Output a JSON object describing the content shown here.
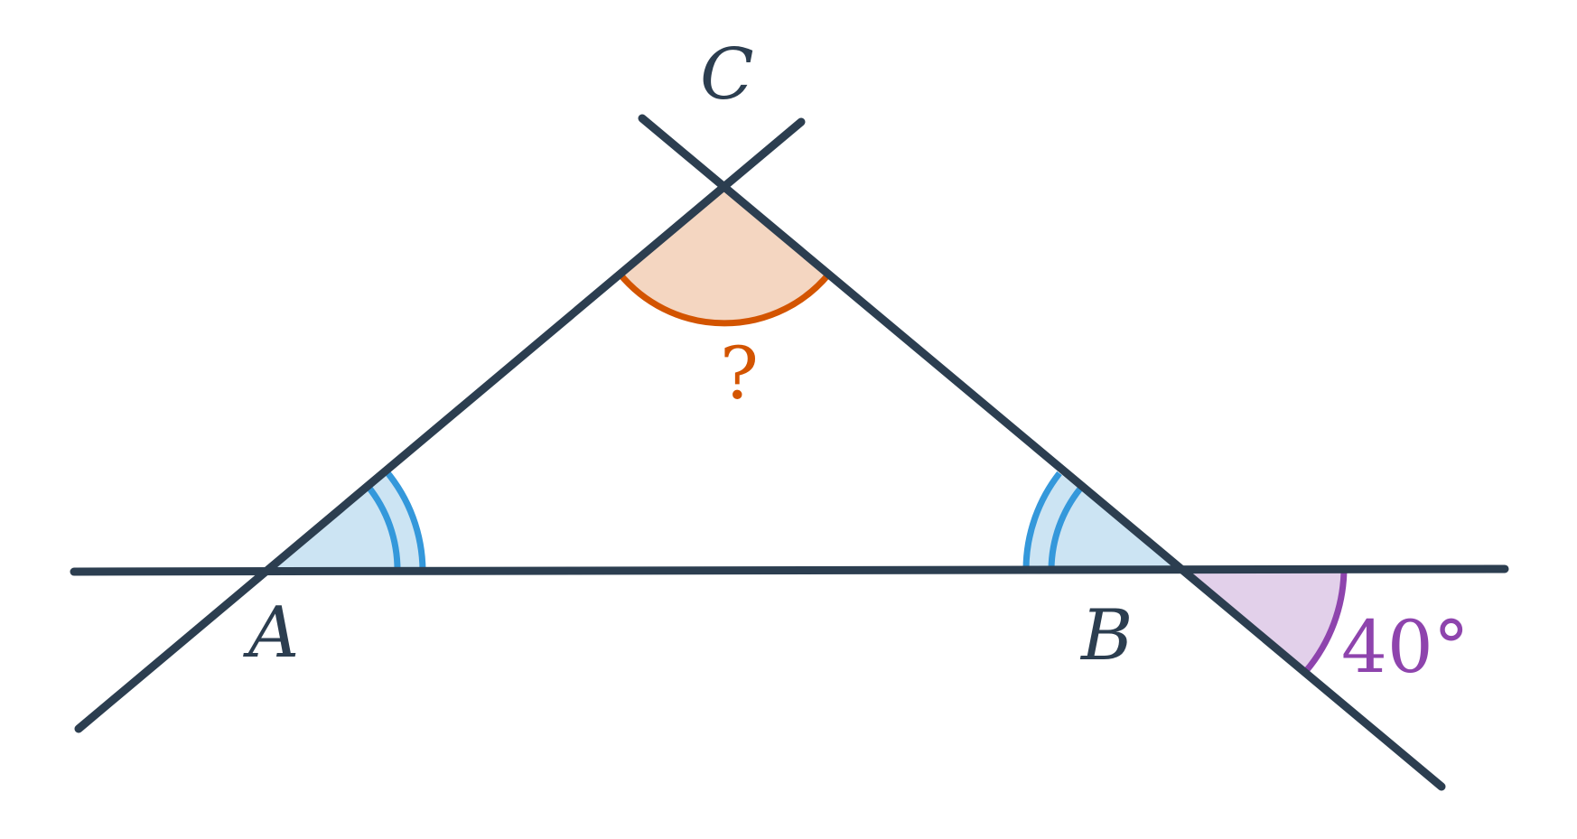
{
  "figure": {
    "type": "triangle-angles",
    "vertices": {
      "A": "A",
      "B": "B",
      "C": "C"
    },
    "unknown_angle_label": "?",
    "exterior_angle_label": "40°",
    "colors": {
      "line": "#2c3e50",
      "unknown_angle_fill": "#f4d6c1",
      "unknown_angle_stroke": "#d35400",
      "equal_angle_fill": "#cce4f3",
      "equal_angle_stroke": "#3498db",
      "exterior_angle_fill": "#e2d0ea",
      "exterior_angle_stroke": "#8e44ad"
    },
    "marks": {
      "angle_A_arcs": 2,
      "angle_B_arcs": 2,
      "angle_C_arcs": 1,
      "exterior_B_arcs": 1
    }
  }
}
